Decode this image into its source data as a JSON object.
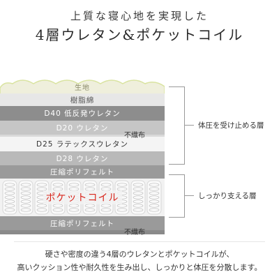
{
  "header": {
    "line1": "上質な寝心地を実現した",
    "line2": "4層ウレタン&ポケットコイル"
  },
  "layers": {
    "kiji": "生地",
    "jushimen": "樹脂綿",
    "d40": "D40 低反発ウレタン",
    "d20": "D20 ウレタン",
    "d25": "D25 ラテックスウレタン",
    "d28": "D28 ウレタン",
    "felt_top": "圧縮ポリフェルト",
    "pocket": "ポケットコイル",
    "felt_bottom": "圧縮ポリフェルト"
  },
  "callouts": {
    "fushokufu_top": "不織布",
    "fushokufu_bottom": "不織布",
    "upper_group": "体圧を受け止める層",
    "lower_group": "しっかり支える層"
  },
  "description": {
    "line1": "硬さや密度の違う4層のウレタンとポケットコイルが、",
    "line2": "高いクッション性や耐久性を生み出し、しっかりと体圧を分散します。"
  },
  "colors": {
    "pocket_text": "#d8261c",
    "kiji_fill": "#efefdc",
    "kiji_edge": "#d9e3a0"
  }
}
